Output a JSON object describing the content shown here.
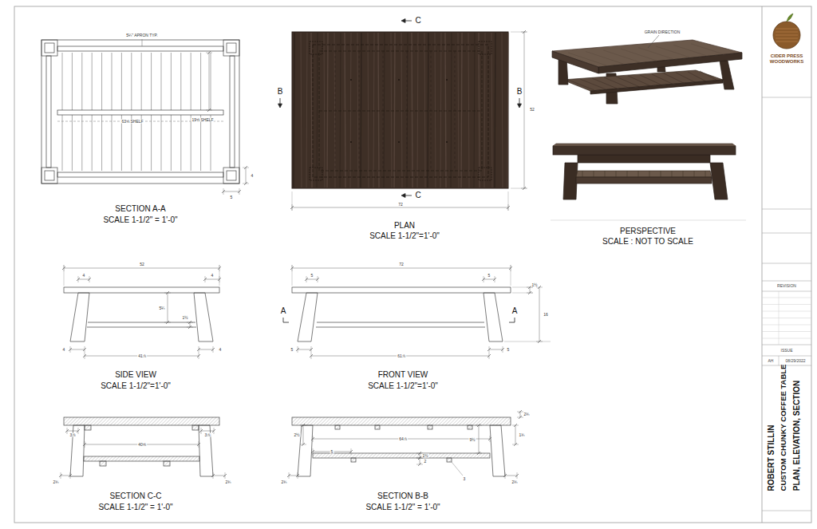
{
  "diagram": {
    "labels": [
      "5¼\" APRON TYP.",
      "19⅝ SHELF",
      "63⅝ SHELF",
      "4",
      "5",
      "SECTION A-A",
      "SCALE 1-1/2\" = 1'-0\"",
      "C",
      "C",
      "B",
      "B",
      "52",
      "72",
      "PLAN",
      "SCALE 1-1/2\"=1'-0\"",
      "GRAIN DIRECTION",
      "PERSPECTIVE",
      "SCALE : NOT TO SCALE",
      "52",
      "4",
      "4",
      "5¼",
      "1½",
      "4",
      "4",
      "41⅞",
      "SIDE VIEW",
      "SCALE 1-1/2\"=1'-0\"",
      "72",
      "5",
      "5",
      "1½",
      "16",
      "A",
      "A",
      "5",
      "5",
      "61⅞",
      "FRONT VIEW",
      "SCALE 1-1/2\"=1'-0\"",
      "3⅞",
      "3⅞",
      "40⅝",
      "2¾",
      "2¾",
      "SECTION C-C",
      "SCALE 1-1/2\" = 1'-0\"",
      "2¾",
      "1¾",
      "2½",
      "64⅞",
      "5",
      "9½",
      "1½",
      "2",
      "3",
      "2¾",
      "2¾",
      "SECTION B-B",
      "SCALE 1-1/2\" = 1'-0\"",
      "CIDER PRESS WOODWORKS",
      "REVISION",
      "ISSUE",
      "AH",
      "08/29/2022",
      "ROBERT STILLIN",
      "CUSTOM CHUNKY COFFEE TABLE",
      "PLAN, ELEVATION, SECTION"
    ]
  }
}
